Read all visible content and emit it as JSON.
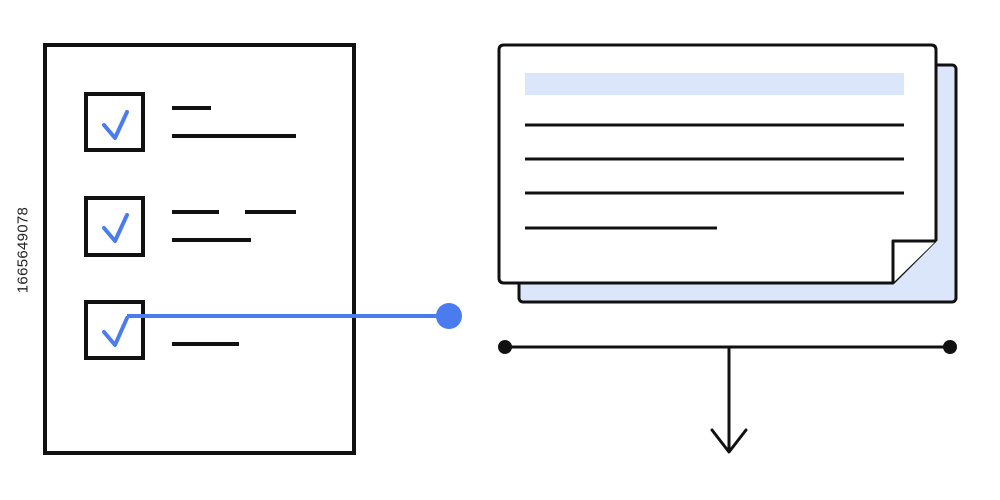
{
  "illustration": {
    "checklist": {
      "items": [
        {
          "checked": true
        },
        {
          "checked": true
        },
        {
          "checked": true
        }
      ]
    },
    "document_stack": {
      "header_bar": true,
      "text_lines": 4,
      "page_curl": true
    },
    "timeline": {
      "endpoints": 2,
      "arrow": "down"
    },
    "colors": {
      "stroke": "#111111",
      "accent": "#4a7cf0",
      "accent_light": "#dce6fb",
      "background": "#ffffff"
    }
  },
  "stock_id": "1665649078"
}
